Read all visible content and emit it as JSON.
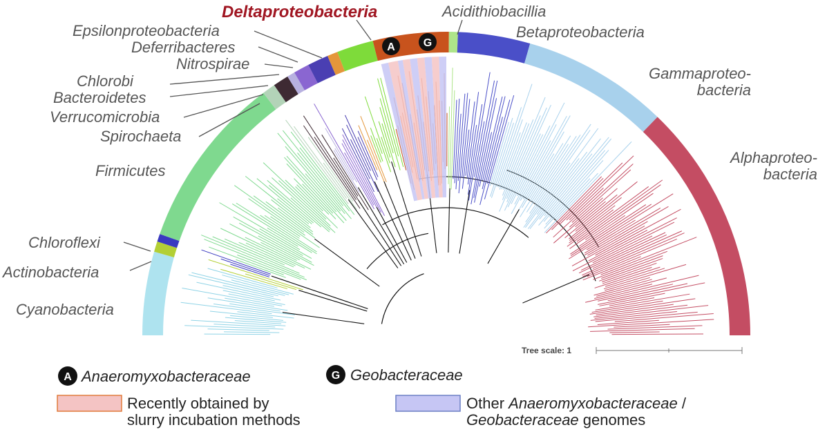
{
  "title": "Deltaproteobacteria",
  "phyla": [
    {
      "id": "cyanobacteria",
      "label": "Cyanobacteria",
      "color": "#aee3ef"
    },
    {
      "id": "actinobacteria",
      "label": "Actinobacteria",
      "color": "#b3cf35"
    },
    {
      "id": "chloroflexi",
      "label": "Chloroflexi",
      "color": "#3a3ac0"
    },
    {
      "id": "firmicutes",
      "label": "Firmicutes",
      "color": "#7fd98f"
    },
    {
      "id": "spirochaeta",
      "label": "Spirochaeta",
      "color": "#b3d3b8"
    },
    {
      "id": "verrucomicrobia",
      "label": "Verrucomicrobia",
      "color": "#3e2a33"
    },
    {
      "id": "bacteroidetes",
      "label": "Bacteroidetes",
      "color": "#b8b1e0"
    },
    {
      "id": "chlorobi",
      "label": "Chlorobi",
      "color": "#8a66d1"
    },
    {
      "id": "nitrospirae",
      "label": "Nitrospirae",
      "color": "#4a3fb2"
    },
    {
      "id": "deferribacteres",
      "label": "Deferribacteres",
      "color": "#e4963a"
    },
    {
      "id": "epsilonproteobacteria",
      "label": "Epsilonproteobacteria",
      "color": "#7edb3a"
    },
    {
      "id": "deltaproteobacteria",
      "label": "Deltaproteobacteria",
      "color": "#c8531d"
    },
    {
      "id": "acidithiobacillia",
      "label": "Acidithiobacillia",
      "color": "#aee58a"
    },
    {
      "id": "betaproteobacteria",
      "label": "Betaproteobacteria",
      "color": "#4a4fc8"
    },
    {
      "id": "gammaproteobacteria",
      "label": "Gammaproteo-\nbacteria",
      "color": "#a8d1ec"
    },
    {
      "id": "alphaproteobacteria",
      "label": "Alphaproteo-\nbacteria",
      "color": "#c44d63"
    }
  ],
  "markers": [
    {
      "letter": "A",
      "name": "Anaeromyxobacteraceae"
    },
    {
      "letter": "G",
      "name": "Geobacteraceae"
    }
  ],
  "legend": {
    "recent": {
      "line1": "Recently obtained by",
      "line2": "slurry incubation methods",
      "fill": "#f4c4c4",
      "stroke": "#e07a3a"
    },
    "other": {
      "line1a": "Other ",
      "line1b": "Anaeromyxobacteraceae",
      "line1c": " /",
      "line2a": "Geobacteraceae",
      "line2b": " genomes",
      "fill": "#c6c6f4",
      "stroke": "#6a7fc4"
    }
  },
  "scale": {
    "label": "Tree scale: 1"
  }
}
